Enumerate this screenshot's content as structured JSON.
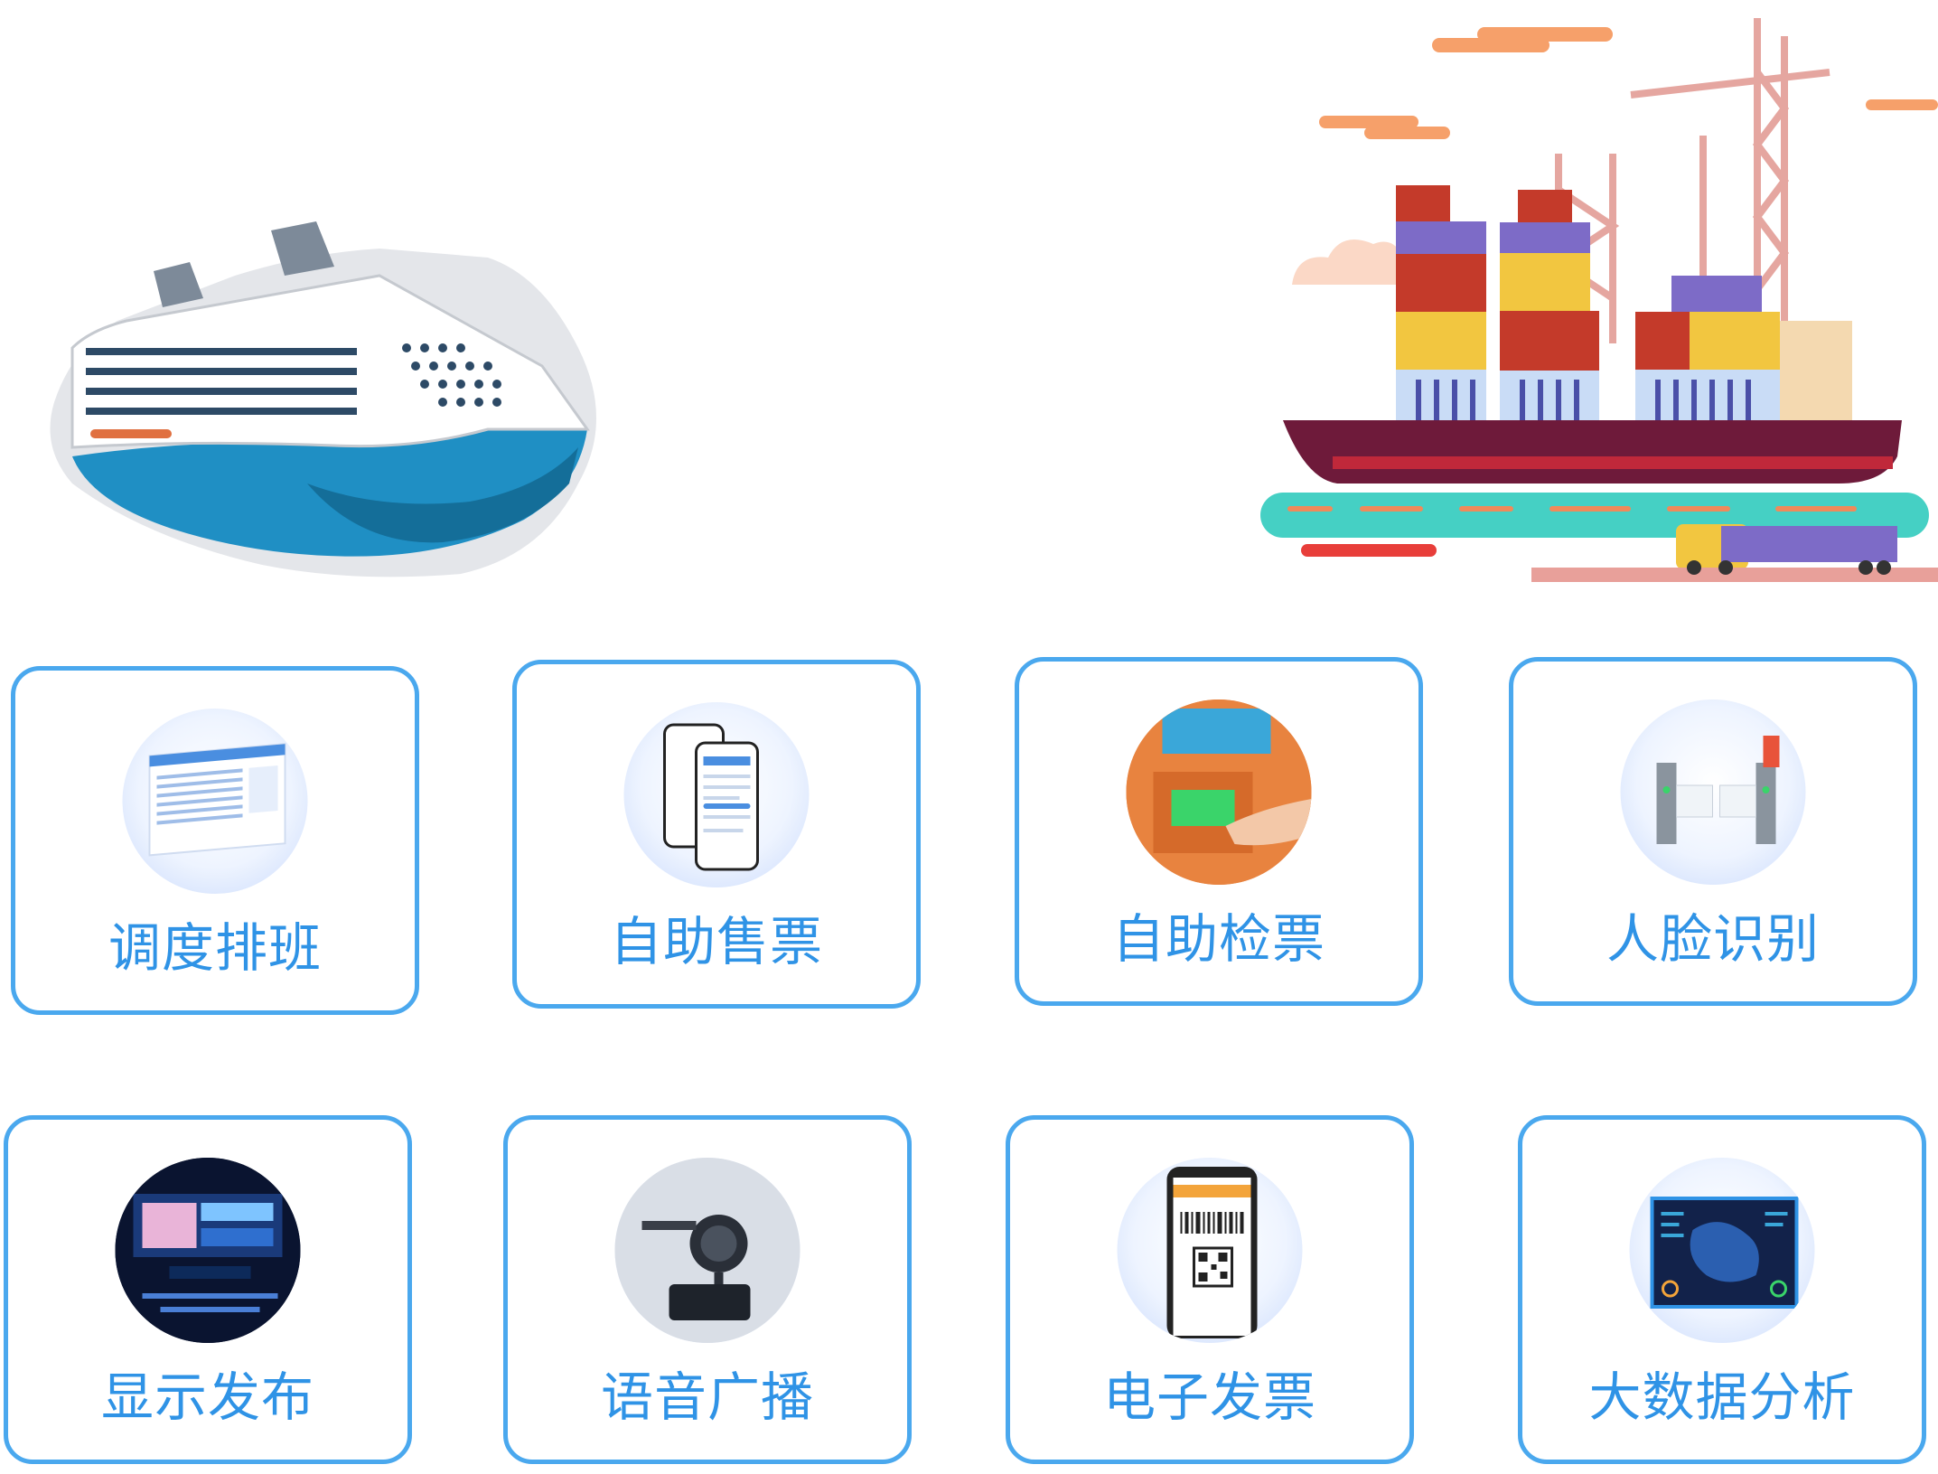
{
  "illustrations": {
    "left": {
      "icon": "cruise-ship-illustration"
    },
    "right": {
      "icon": "cargo-port-illustration"
    }
  },
  "colors": {
    "card_border": "#4aa8ee",
    "label_text": "#2f93e6",
    "ship_hull": "#1f8fc4",
    "container_red": "#c43a2a",
    "container_yellow": "#f2c640",
    "container_purple": "#7d6bc7",
    "container_blue": "#c9dcf6"
  },
  "features": [
    {
      "label": "调度排班",
      "icon": "dispatch-schedule-screen-icon"
    },
    {
      "label": "自助售票",
      "icon": "mobile-ticketing-phones-icon"
    },
    {
      "label": "自助检票",
      "icon": "self-checkin-kiosk-icon"
    },
    {
      "label": "人脸识别",
      "icon": "face-recognition-gate-icon"
    },
    {
      "label": "显示发布",
      "icon": "display-board-icon"
    },
    {
      "label": "语音广播",
      "icon": "voice-broadcast-microphone-icon"
    },
    {
      "label": "电子发票",
      "icon": "electronic-invoice-phone-icon"
    },
    {
      "label": "大数据分析",
      "icon": "big-data-dashboard-icon"
    }
  ]
}
